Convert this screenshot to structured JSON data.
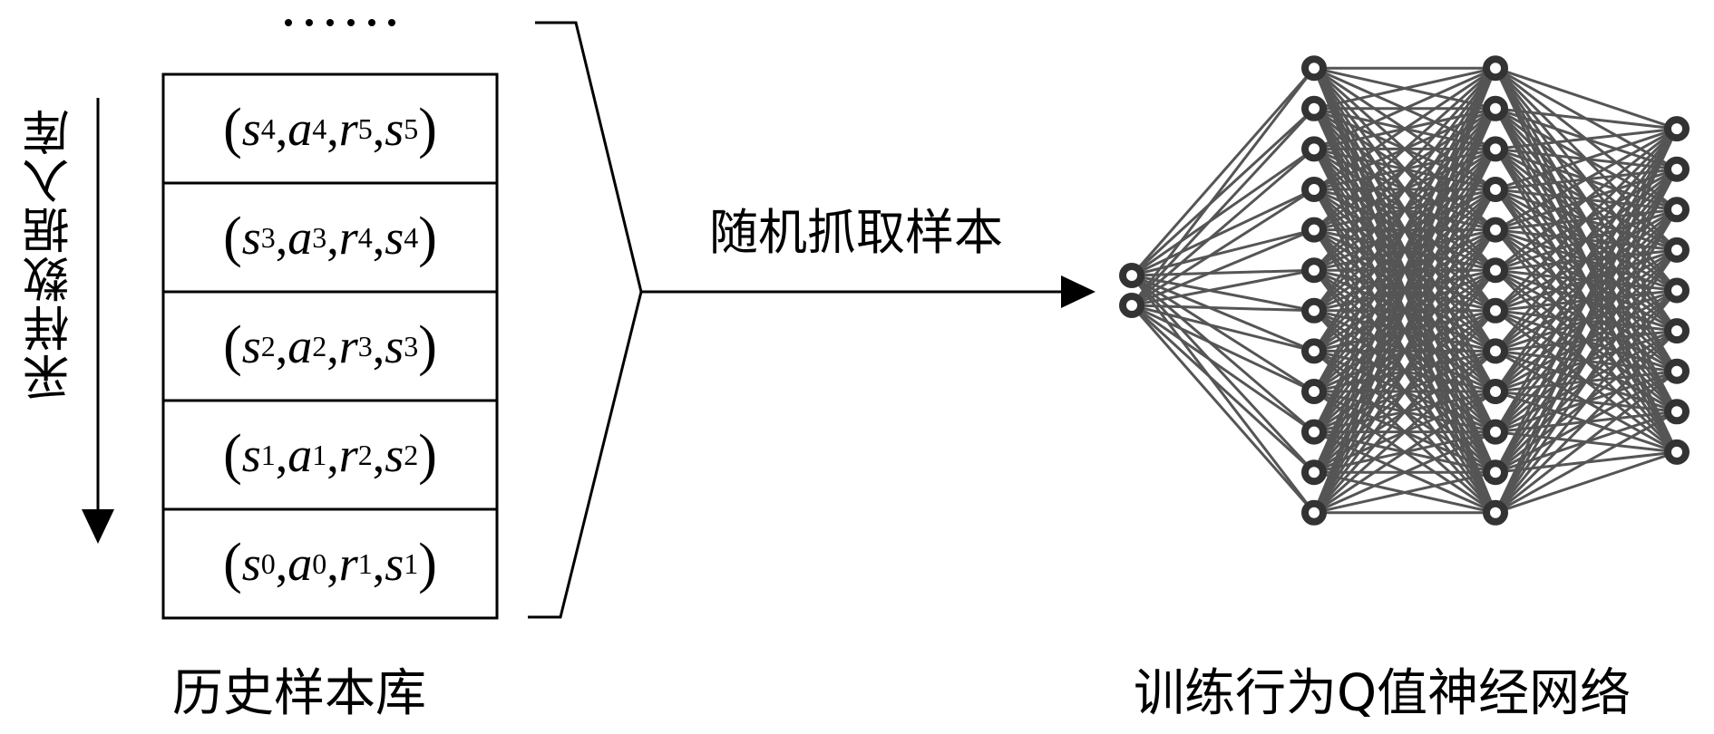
{
  "sample_store": {
    "caption": "历史样本库",
    "ellipsis": "......",
    "rows": [
      {
        "s": "4",
        "a": "4",
        "r": "5",
        "s2": "5"
      },
      {
        "s": "3",
        "a": "3",
        "r": "4",
        "s2": "4"
      },
      {
        "s": "2",
        "a": "2",
        "r": "3",
        "s2": "3"
      },
      {
        "s": "1",
        "a": "1",
        "r": "2",
        "s2": "2"
      },
      {
        "s": "0",
        "a": "0",
        "r": "1",
        "s2": "1"
      }
    ]
  },
  "side_label": "采样数据入库",
  "arrow_label": "随机抓取样本",
  "network": {
    "caption": "训练行为Q值神经网络",
    "layers": [
      2,
      12,
      12,
      9
    ],
    "node_color": "#333333",
    "edge_color": "#555555"
  }
}
